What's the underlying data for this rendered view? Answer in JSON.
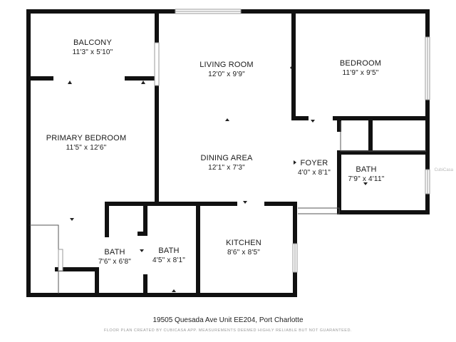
{
  "rooms": {
    "balcony": {
      "name": "BALCONY",
      "dims": "11'3\" x 5'10\""
    },
    "living_room": {
      "name": "LIVING ROOM",
      "dims": "12'0\" x 9'9\""
    },
    "bedroom": {
      "name": "BEDROOM",
      "dims": "11'9\" x 9'5\""
    },
    "primary_bedroom": {
      "name": "PRIMARY BEDROOM",
      "dims": "11'5\" x 12'6\""
    },
    "dining_area": {
      "name": "DINING AREA",
      "dims": "12'1\" x 7'3\""
    },
    "foyer": {
      "name": "FOYER",
      "dims": "4'0\" x 8'1\""
    },
    "bath_right": {
      "name": "BATH",
      "dims": "7'9\" x 4'11\""
    },
    "bath_primary": {
      "name": "BATH",
      "dims": "7'6\" x 6'8\""
    },
    "bath_middle": {
      "name": "BATH",
      "dims": "4'5\" x 8'1\""
    },
    "kitchen": {
      "name": "KITCHEN",
      "dims": "8'6\" x 8'5\""
    }
  },
  "footer": {
    "address": "19505 Quesada Ave Unit EE204, Port Charlotte",
    "note": "FLOOR PLAN CREATED BY CUBICASA APP. MEASUREMENTS DEEMED HIGHLY RELIABLE BUT NOT GUARANTEED."
  },
  "watermark": "CubiCasa",
  "colors": {
    "wall": "#111111",
    "window": "#9a9a9a",
    "background": "#ffffff"
  }
}
